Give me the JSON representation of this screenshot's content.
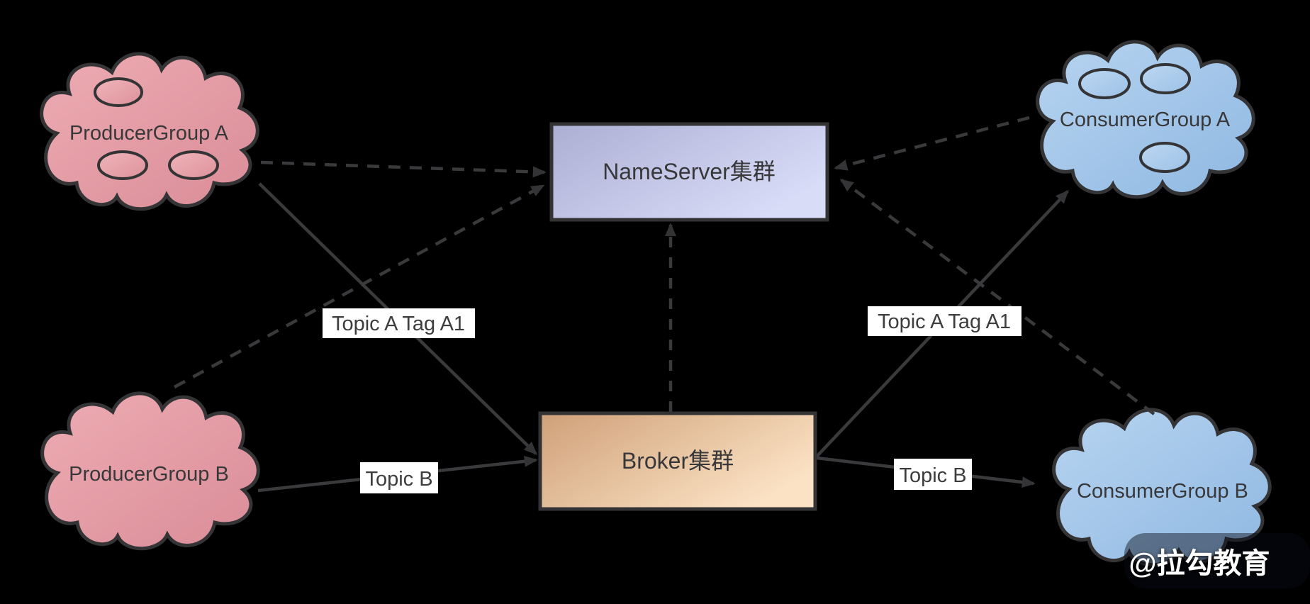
{
  "nodes": {
    "producer_group_a": {
      "label": "ProducerGroup A",
      "shape": "cloud",
      "color": "pink"
    },
    "producer_group_b": {
      "label": "ProducerGroup B",
      "shape": "cloud",
      "color": "pink"
    },
    "nameserver": {
      "label": "NameServer集群",
      "shape": "rect",
      "color": "purple"
    },
    "broker": {
      "label": "Broker集群",
      "shape": "rect",
      "color": "orange"
    },
    "consumer_group_a": {
      "label": "ConsumerGroup A",
      "shape": "cloud",
      "color": "blue"
    },
    "consumer_group_b": {
      "label": "ConsumerGroup B",
      "shape": "cloud",
      "color": "blue"
    }
  },
  "edge_labels": {
    "topic_a_left": "Topic A Tag A1",
    "topic_b_left": "Topic B",
    "topic_a_right": "Topic A Tag A1",
    "topic_b_right": "Topic B"
  },
  "edges": [
    {
      "from": "producer_group_a",
      "to": "nameserver",
      "style": "dashed",
      "label": ""
    },
    {
      "from": "producer_group_b",
      "to": "nameserver",
      "style": "dashed",
      "label": ""
    },
    {
      "from": "broker",
      "to": "nameserver",
      "style": "dashed",
      "label": ""
    },
    {
      "from": "consumer_group_a",
      "to": "nameserver",
      "style": "dashed",
      "label": ""
    },
    {
      "from": "consumer_group_b",
      "to": "nameserver",
      "style": "dashed",
      "label": ""
    },
    {
      "from": "producer_group_a",
      "to": "broker",
      "style": "solid",
      "label": "Topic A Tag A1"
    },
    {
      "from": "producer_group_b",
      "to": "broker",
      "style": "solid",
      "label": "Topic B"
    },
    {
      "from": "broker",
      "to": "consumer_group_a",
      "style": "solid",
      "label": "Topic A Tag A1"
    },
    {
      "from": "broker",
      "to": "consumer_group_b",
      "style": "solid",
      "label": "Topic B"
    }
  ],
  "watermark": "@拉勾教育",
  "colors": {
    "background": "#000000",
    "line": "#3a3a3c",
    "stroke": "#343436",
    "pink_light": "#ecaab1",
    "pink_dark": "#da8d97",
    "blue_light": "#b5d3ef",
    "blue_dark": "#8fb8e2",
    "purple_light": "#d7dbf6",
    "purple_dark": "#adafd4",
    "orange_light": "#fbe2c4",
    "orange_dark": "#cfa078",
    "label_bg": "#ffffff",
    "text": "#38383a"
  }
}
